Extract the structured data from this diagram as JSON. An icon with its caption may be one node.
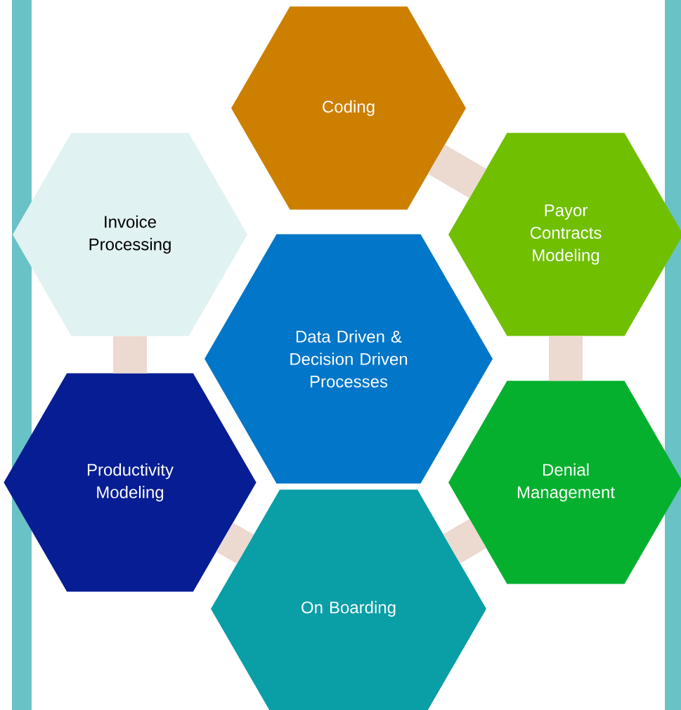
{
  "diagram": {
    "nodes": [
      {
        "text": [
          "Coding"
        ]
      },
      {
        "text": [
          "Invoice Processing"
        ]
      },
      {
        "text": [
          "Payor Contracts Modeling"
        ]
      },
      {
        "text": [
          "Data Driven & Decision Driven Processes"
        ]
      },
      {
        "text": [
          "Productivity Modeling"
        ]
      },
      {
        "text": [
          "Denial Management"
        ]
      },
      {
        "text": [
          "On Boarding"
        ]
      }
    ],
    "edges": [
      {
        "from": 0,
        "to": 2,
        "arrow": "none"
      },
      {
        "from": 2,
        "to": 5,
        "arrow": "none"
      },
      {
        "from": 5,
        "to": 6,
        "arrow": "none"
      },
      {
        "from": 6,
        "to": 4,
        "arrow": "none"
      },
      {
        "from": 4,
        "to": 1,
        "arrow": "none"
      }
    ]
  }
}
